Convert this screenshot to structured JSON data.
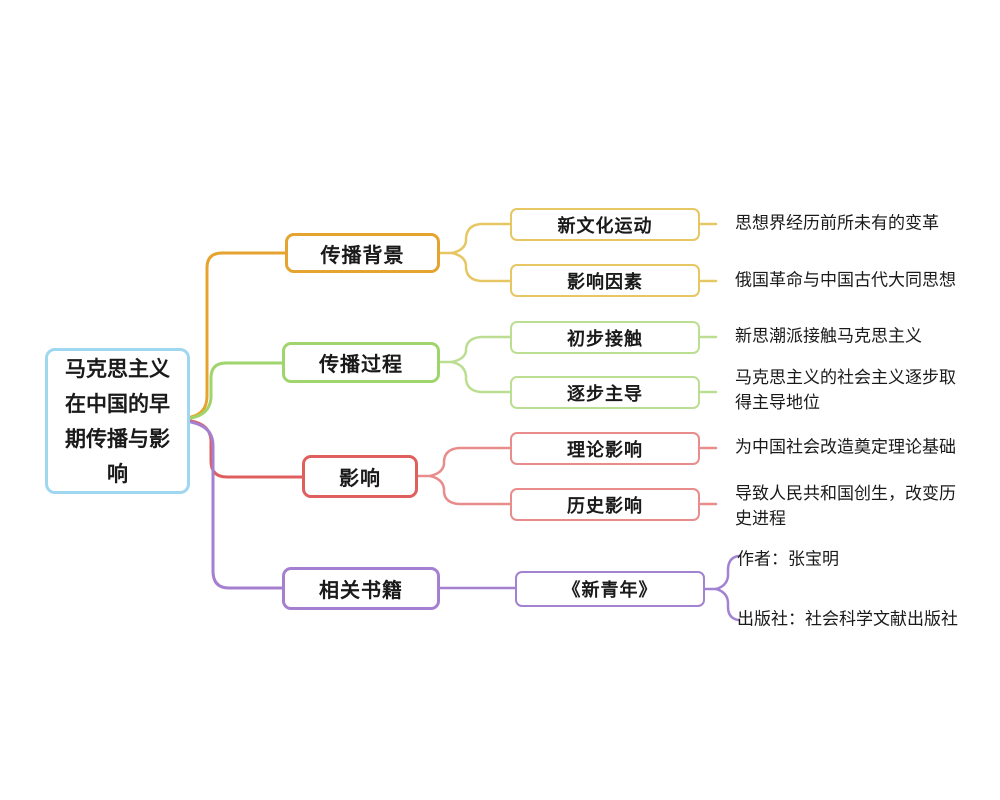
{
  "page": {
    "background": "#ffffff",
    "text_color": "#1a1a1a"
  },
  "root": {
    "label": "马克思主义在中国的早期传播与影响",
    "border_color": "#9FD7F0"
  },
  "branches": [
    {
      "label": "传播背景",
      "color": "#E5A42F",
      "child_color": "#E7C763",
      "children": [
        {
          "label": "新文化运动",
          "note": "思想界经历前所未有的变革"
        },
        {
          "label": "影响因素",
          "note": "俄国革命与中国古代大同思想"
        }
      ]
    },
    {
      "label": "传播过程",
      "color": "#A0D56E",
      "child_color": "#BCDE93",
      "children": [
        {
          "label": "初步接触",
          "note": "新思潮派接触马克思主义"
        },
        {
          "label": "逐步主导",
          "note": "马克思主义的社会主义逐步取得主导地位"
        }
      ]
    },
    {
      "label": "影响",
      "color": "#DF5F5F",
      "child_color": "#E88C8C",
      "children": [
        {
          "label": "理论影响",
          "note": "为中国社会改造奠定理论基础"
        },
        {
          "label": "历史影响",
          "note": "导致人民共和国创生，改变历史进程"
        }
      ]
    },
    {
      "label": "相关书籍",
      "color": "#A57FD0",
      "child_color": "#A283D1",
      "children": [
        {
          "label": "《新青年》",
          "notes": [
            "作者：张宝明",
            "出版社：社会科学文献出版社"
          ]
        }
      ]
    }
  ]
}
